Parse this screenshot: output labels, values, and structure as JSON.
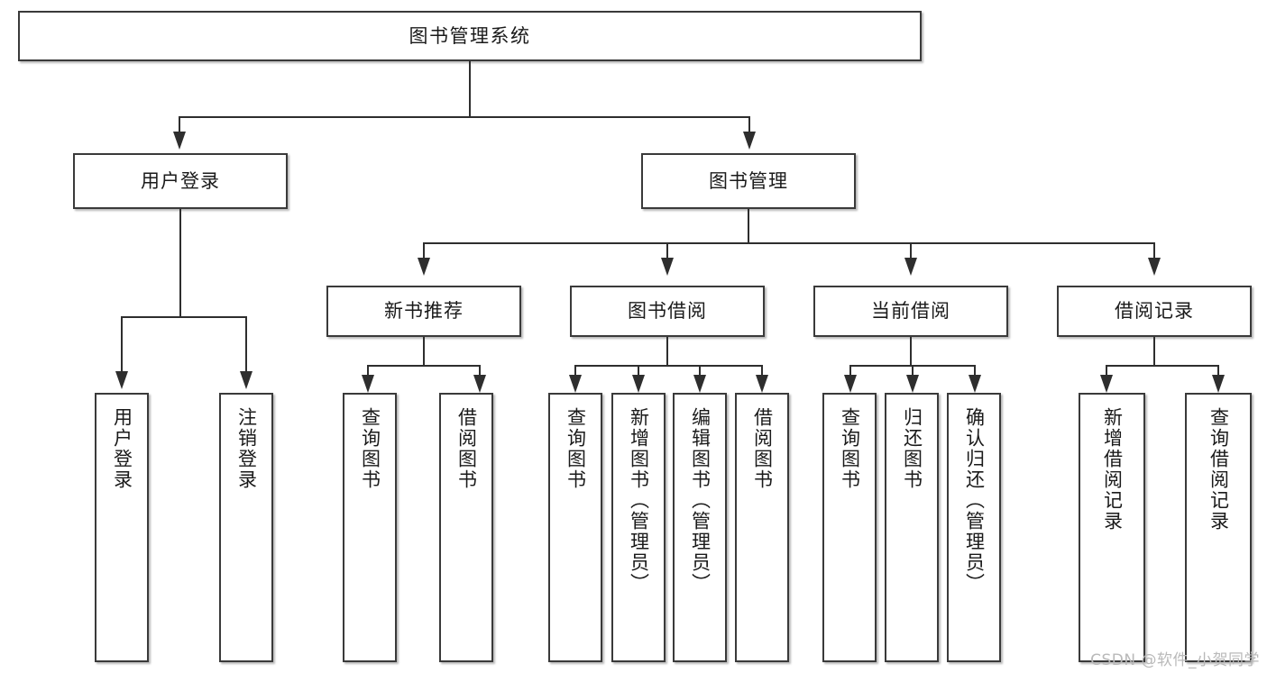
{
  "diagram": {
    "title": "图书管理系统",
    "type": "tree",
    "orientation": "top-down",
    "colors": {
      "box_border": "#3a3a3a",
      "connector": "#2e2e2e",
      "background": "#ffffff",
      "text": "#1a1a1a",
      "watermark": "#b9b9b9"
    }
  },
  "root": {
    "label": "图书管理系统"
  },
  "level2": [
    {
      "label": "用户登录"
    },
    {
      "label": "图书管理"
    }
  ],
  "level3": [
    {
      "label": "新书推荐"
    },
    {
      "label": "图书借阅"
    },
    {
      "label": "当前借阅"
    },
    {
      "label": "借阅记录"
    }
  ],
  "leaves": {
    "user_login": [
      {
        "label": "用户登录"
      },
      {
        "label": "注销登录"
      }
    ],
    "new_book": [
      {
        "label": "查询图书"
      },
      {
        "label": "借阅图书"
      }
    ],
    "book_borrow": [
      {
        "label": "查询图书"
      },
      {
        "label": "新增图书（管理员）"
      },
      {
        "label": "编辑图书（管理员）"
      },
      {
        "label": "借阅图书"
      }
    ],
    "current_borrow": [
      {
        "label": "查询图书"
      },
      {
        "label": "归还图书"
      },
      {
        "label": "确认归还（管理员）"
      }
    ],
    "borrow_record": [
      {
        "label": "新增借阅记录"
      },
      {
        "label": "查询借阅记录"
      }
    ]
  },
  "watermark": {
    "text": "CSDN @软件_小贺同学"
  }
}
